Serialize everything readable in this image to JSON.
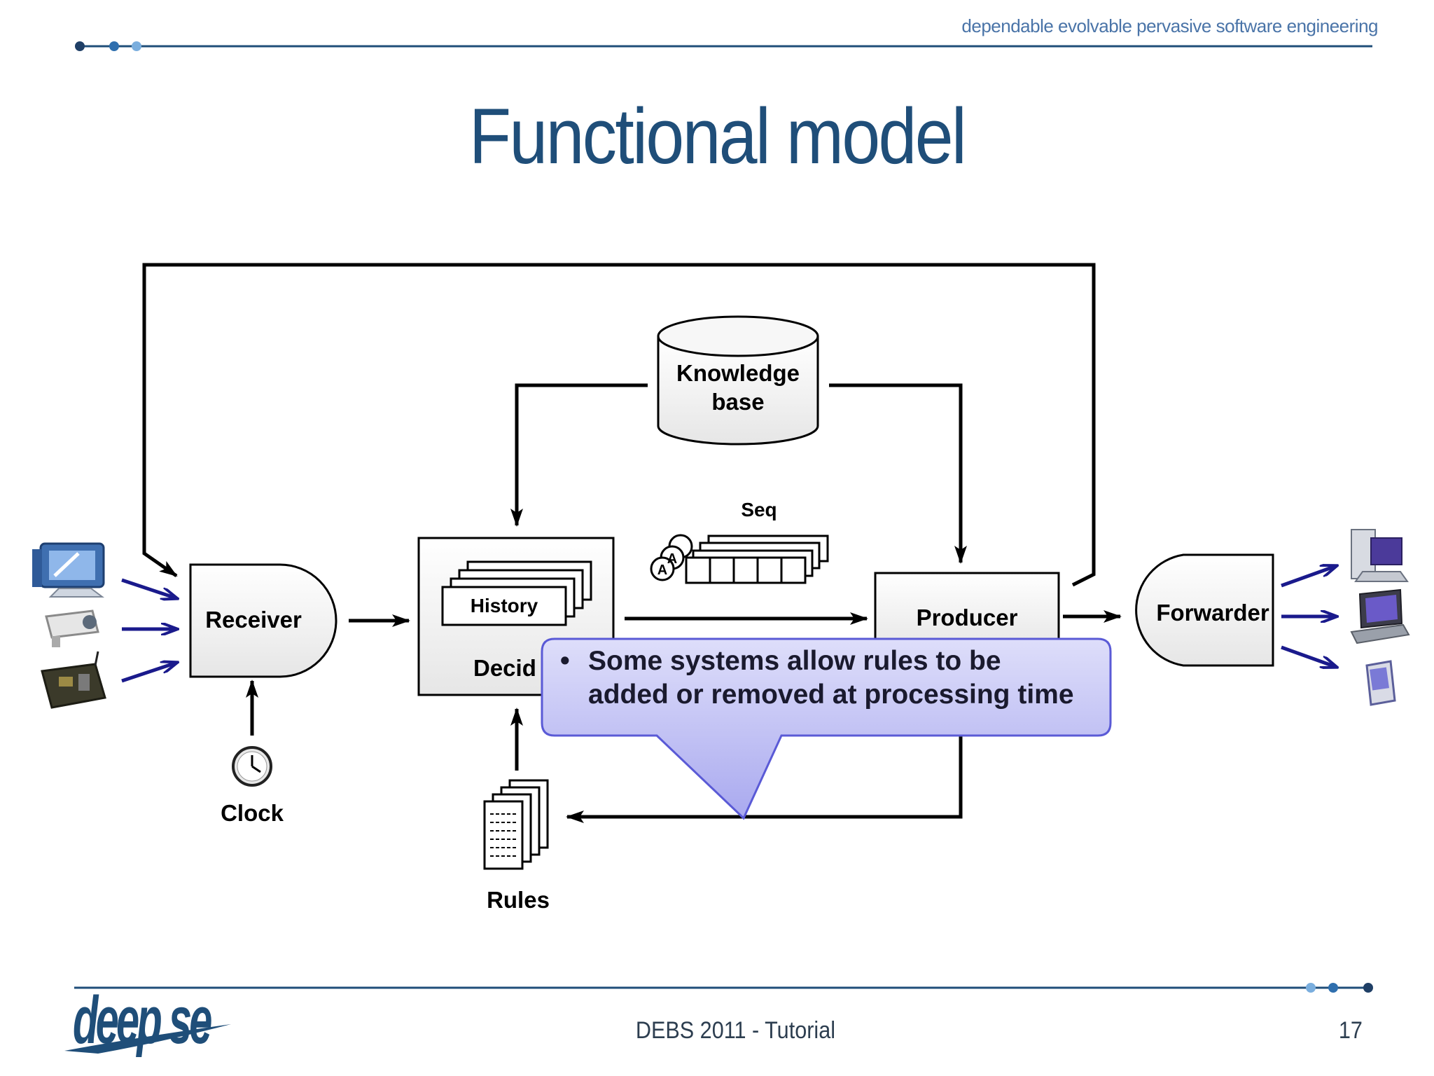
{
  "header": {
    "tagline": "dependable evolvable pervasive software engineering",
    "title": "Functional model"
  },
  "diagram": {
    "receiver": "Receiver",
    "clock": "Clock",
    "history": "History",
    "decider": "Decid",
    "rules": "Rules",
    "knowledge_base_line1": "Knowledge",
    "knowledge_base_line2": "base",
    "seq": "Seq",
    "seq_token": "A",
    "producer": "Producer",
    "forwarder": "Forwarder"
  },
  "callout": {
    "bullet": "•",
    "line1": "Some systems allow rules to be",
    "line2": "added or removed at processing time"
  },
  "footer": {
    "event": "DEBS 2011 - Tutorial",
    "page_number": "17",
    "logo": "deep se"
  },
  "colors": {
    "title": "#1f4e79",
    "rule_line": "#1f4e79",
    "arrow_blue": "#1a1a8c",
    "callout_fill": "#c9c9f5",
    "callout_border": "#5a5ad6"
  },
  "icons": [
    "desktop-computer-icon",
    "camera-icon",
    "sensor-board-icon",
    "clock-icon",
    "documents-icon",
    "server-icon",
    "laptop-icon",
    "pda-icon"
  ]
}
